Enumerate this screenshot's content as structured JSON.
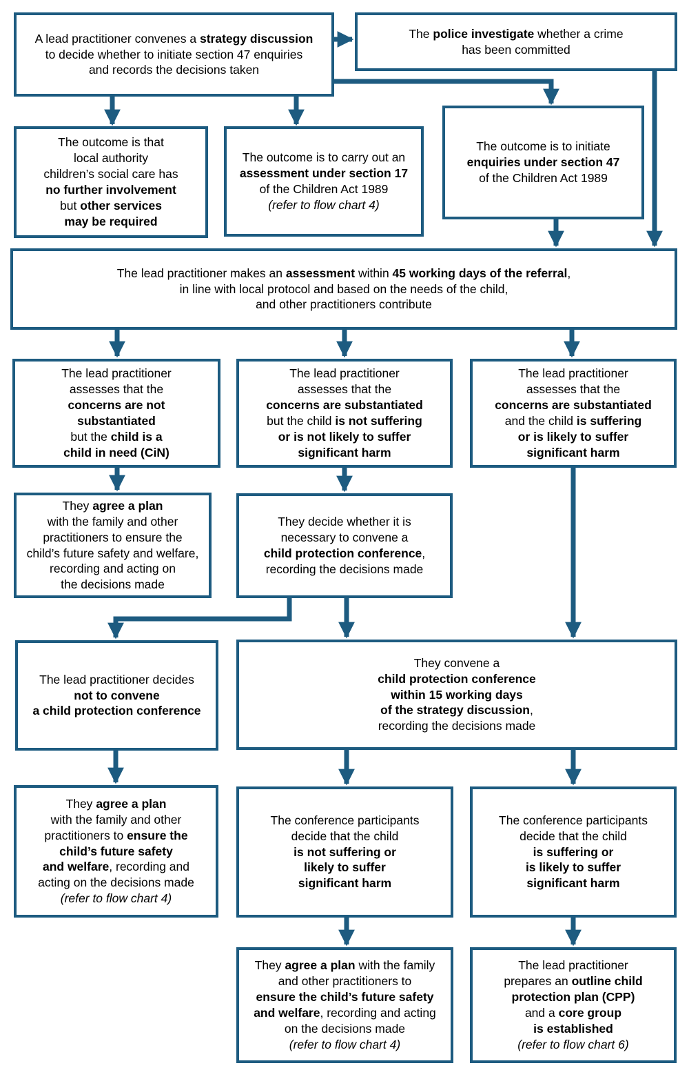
{
  "colors": {
    "accent": "#1d5b80",
    "text": "#000000",
    "background": "#ffffff"
  },
  "nodes": {
    "strategy_discussion": {
      "segments": [
        {
          "t": "A lead practitioner convenes a "
        },
        {
          "t": "strategy discussion",
          "b": true
        },
        {
          "t": "\nto decide whether to initiate section 47 enquiries\nand records the decisions taken"
        }
      ]
    },
    "police_investigate": {
      "segments": [
        {
          "t": "The "
        },
        {
          "t": "police investigate",
          "b": true
        },
        {
          "t": " whether a crime\nhas been committed"
        }
      ]
    },
    "no_further_involvement": {
      "segments": [
        {
          "t": "The outcome is that\nlocal authority\nchildren’s social care has\n"
        },
        {
          "t": "no further involvement",
          "b": true
        },
        {
          "t": "\nbut "
        },
        {
          "t": "other services\nmay be required",
          "b": true
        }
      ]
    },
    "section_17": {
      "segments": [
        {
          "t": "The outcome is to carry out an\n"
        },
        {
          "t": "assessment under section 17",
          "b": true
        },
        {
          "t": "\nof the Children Act 1989\n"
        },
        {
          "t": "(refer to flow chart 4)",
          "i": true
        }
      ]
    },
    "section_47": {
      "segments": [
        {
          "t": "The outcome is to initiate\n"
        },
        {
          "t": "enquiries under section 47",
          "b": true
        },
        {
          "t": "\nof the Children Act 1989"
        }
      ]
    },
    "assessment_45_days": {
      "segments": [
        {
          "t": "The lead practitioner makes an "
        },
        {
          "t": "assessment",
          "b": true
        },
        {
          "t": " within "
        },
        {
          "t": "45 working days of the referral",
          "b": true
        },
        {
          "t": ",\nin line with local protocol and based on the needs of the child,\nand other practitioners contribute"
        }
      ]
    },
    "concerns_not_substantiated": {
      "segments": [
        {
          "t": "The lead practitioner\nassesses that the\n"
        },
        {
          "t": "concerns are not\nsubstantiated",
          "b": true
        },
        {
          "t": "\nbut the "
        },
        {
          "t": "child is a\nchild in need (CiN)",
          "b": true
        }
      ]
    },
    "substantiated_not_suffering": {
      "segments": [
        {
          "t": "The lead practitioner\nassesses that the\n"
        },
        {
          "t": "concerns are substantiated",
          "b": true
        },
        {
          "t": "\nbut the child "
        },
        {
          "t": "is not suffering\nor is not likely to suffer\nsignificant harm",
          "b": true
        }
      ]
    },
    "substantiated_suffering": {
      "segments": [
        {
          "t": "The lead practitioner\nassesses that the\n"
        },
        {
          "t": "concerns are substantiated",
          "b": true
        },
        {
          "t": "\nand the child "
        },
        {
          "t": "is suffering\nor is likely to suffer\nsignificant harm",
          "b": true
        }
      ]
    },
    "agree_plan_cin": {
      "segments": [
        {
          "t": "They "
        },
        {
          "t": "agree a plan",
          "b": true
        },
        {
          "t": "\nwith the family and other\npractitioners to ensure the\nchild’s future safety and welfare,\nrecording and acting on\nthe decisions made"
        }
      ]
    },
    "decide_conference": {
      "segments": [
        {
          "t": "They decide whether it is\nnecessary to convene a\n"
        },
        {
          "t": "child protection conference",
          "b": true
        },
        {
          "t": ",\nrecording the decisions made"
        }
      ]
    },
    "not_convene": {
      "segments": [
        {
          "t": "The lead practitioner decides\n"
        },
        {
          "t": "not to convene\na child protection conference",
          "b": true
        }
      ]
    },
    "convene_conference": {
      "segments": [
        {
          "t": "They convene a\n"
        },
        {
          "t": "child protection conference\nwithin 15 working days\nof the strategy discussion",
          "b": true
        },
        {
          "t": ",\nrecording the decisions made"
        }
      ]
    },
    "agree_plan_after_decision": {
      "segments": [
        {
          "t": "They "
        },
        {
          "t": "agree a plan",
          "b": true
        },
        {
          "t": "\nwith the family and other\npractitioners to "
        },
        {
          "t": "ensure the\nchild’s future safety\nand welfare",
          "b": true
        },
        {
          "t": ", recording and\nacting on the decisions made\n"
        },
        {
          "t": "(refer to flow chart 4)",
          "i": true
        }
      ]
    },
    "conference_not_suffering": {
      "segments": [
        {
          "t": "The conference participants\ndecide that the child\n"
        },
        {
          "t": "is not suffering or\nlikely to suffer\nsignificant harm",
          "b": true
        }
      ]
    },
    "conference_suffering": {
      "segments": [
        {
          "t": "The conference participants\ndecide that the child\n"
        },
        {
          "t": "is suffering or\nis likely to suffer\nsignificant harm",
          "b": true
        }
      ]
    },
    "agree_plan_conference": {
      "segments": [
        {
          "t": "They "
        },
        {
          "t": "agree a plan",
          "b": true
        },
        {
          "t": " with the family\nand other practitioners to\n"
        },
        {
          "t": "ensure the child’s future safety\nand welfare",
          "b": true
        },
        {
          "t": ", recording and acting\non the decisions made\n"
        },
        {
          "t": "(refer to flow chart 4)",
          "i": true
        }
      ]
    },
    "outline_cpp": {
      "segments": [
        {
          "t": "The lead practitioner\nprepares an "
        },
        {
          "t": "outline child\nprotection plan (CPP)",
          "b": true
        },
        {
          "t": "\nand a "
        },
        {
          "t": "core group\nis established",
          "b": true
        },
        {
          "t": "\n"
        },
        {
          "t": "(refer to flow chart 6)",
          "i": true
        }
      ]
    }
  }
}
